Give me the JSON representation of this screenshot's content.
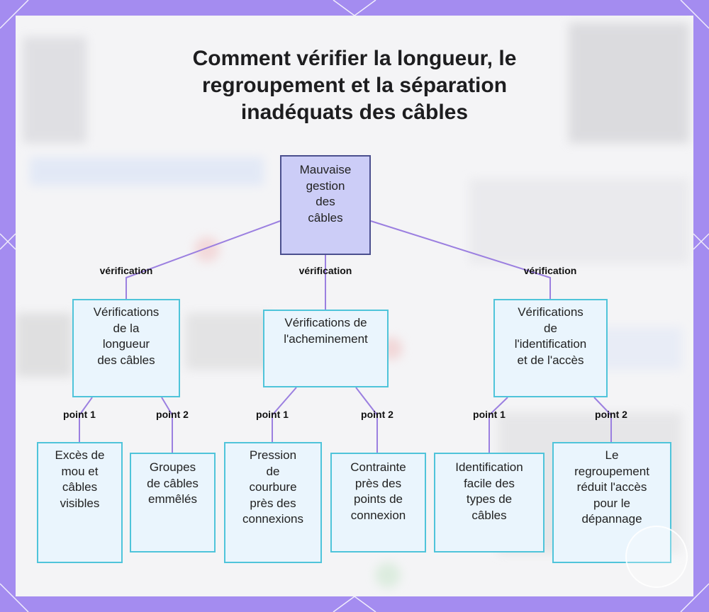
{
  "title_lines": [
    "Comment vérifier la longueur, le",
    "regroupement et la séparation",
    "inadéquats des câbles"
  ],
  "colors": {
    "frame": "#a48cf0",
    "edge": "#9b7fe0",
    "root_fill": "#cccdf7",
    "root_border": "#4b4f8e",
    "node_fill": "#eaf5fd",
    "node_border": "#4fc4da"
  },
  "nodes": {
    "root": [
      "Mauvaise",
      "gestion",
      "des",
      "câbles"
    ],
    "length": [
      "Vérifications",
      "de la",
      "longueur",
      "des câbles"
    ],
    "routing": [
      "Vérifications de",
      "l'acheminement"
    ],
    "identification": [
      "Vérifications",
      "de",
      "l'identification",
      "et de l'accès"
    ],
    "slack": [
      "Excès de",
      "mou et",
      "câbles",
      "visibles"
    ],
    "tangled": [
      "Groupes",
      "de câbles",
      "emmêlés"
    ],
    "bend": [
      "Pression",
      "de",
      "courbure",
      "près des",
      "connexions"
    ],
    "strain": [
      "Contrainte",
      "près des",
      "points de",
      "connexion"
    ],
    "easy_id": [
      "Identification",
      "facile des",
      "types de",
      "câbles"
    ],
    "bundle": [
      "Le",
      "regroupement",
      "réduit l'accès",
      "pour le",
      "dépannage"
    ]
  },
  "edge_labels": {
    "verification": "vérification",
    "point1": "point 1",
    "point2": "point 2"
  }
}
